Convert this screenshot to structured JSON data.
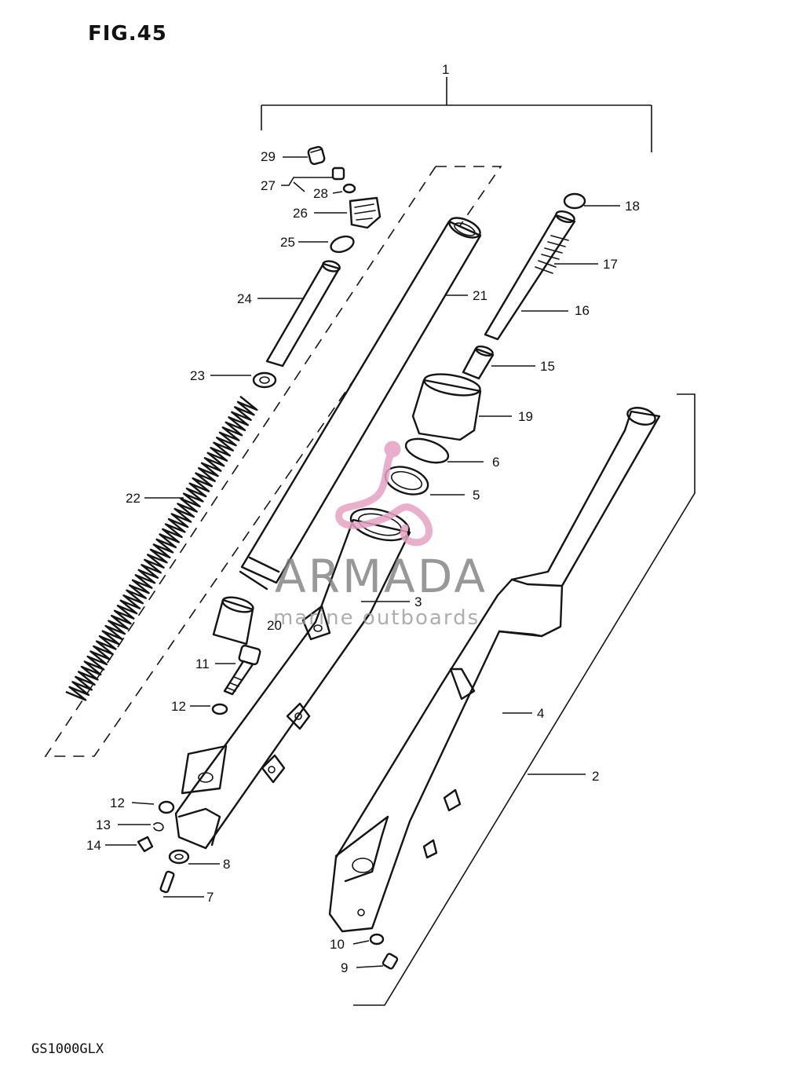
{
  "figure": {
    "title": "FIG.45",
    "model_code": "GS1000GLX"
  },
  "watermark": {
    "name": "ARMADA",
    "tagline": "marine outboards",
    "logo_icon": "seahorse-logo-icon",
    "logo_color": "#e6a1c2"
  },
  "callouts": {
    "p1": "1",
    "p2": "2",
    "p3": "3",
    "p4": "4",
    "p5": "5",
    "p6": "6",
    "p7": "7",
    "p8": "8",
    "p9": "9",
    "p10": "10",
    "p11": "11",
    "p12a": "12",
    "p12b": "12",
    "p13": "13",
    "p14": "14",
    "p15": "15",
    "p16": "16",
    "p17": "17",
    "p18": "18",
    "p19": "19",
    "p20": "20",
    "p21": "21",
    "p22": "22",
    "p23": "23",
    "p24": "24",
    "p25": "25",
    "p26": "26",
    "p27": "27",
    "p28": "28",
    "p29": "29"
  }
}
